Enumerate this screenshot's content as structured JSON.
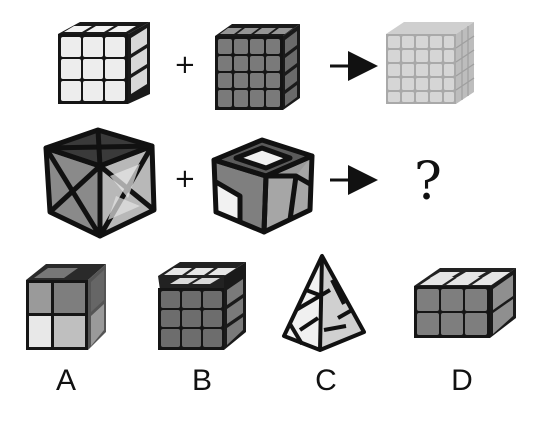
{
  "puzzle": {
    "row1": {
      "operator_plus": "+",
      "items": [
        "cube-3x3",
        "cube-4x4",
        "cube-5x5"
      ]
    },
    "row2": {
      "operator_plus": "+",
      "items": [
        "dino-cube",
        "skewb-cube"
      ],
      "answer_placeholder": "?"
    }
  },
  "options": [
    {
      "label": "A",
      "icon": "cube-2x2-mirror-icon"
    },
    {
      "label": "B",
      "icon": "cube-3x3-icon"
    },
    {
      "label": "C",
      "icon": "pyraminx-icon"
    },
    {
      "label": "D",
      "icon": "cube-3x3x2-icon"
    }
  ],
  "colors": {
    "background": "#ffffff",
    "frame": "#111111",
    "tile_light": "#e6e6e6",
    "tile_mid": "#8c8c8c",
    "tile_dark": "#5e5e5e"
  }
}
